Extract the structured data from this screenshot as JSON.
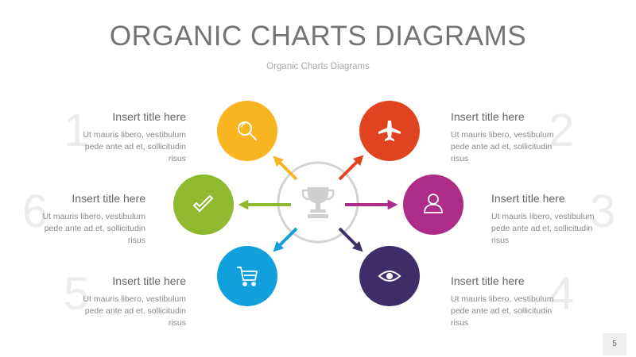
{
  "header": {
    "title": "ORGANIC CHARTS DIAGRAMS",
    "subtitle": "Organic Charts Diagrams"
  },
  "center": {
    "icon": "trophy-icon",
    "ring_color": "#d0d0d0",
    "icon_color": "#cfcfcf"
  },
  "items": [
    {
      "number": "1",
      "title": "Insert title here",
      "body": "Ut mauris libero, vestibulum pede ante ad et, sollicitudin risus",
      "icon": "search-icon",
      "color": "#f9b520"
    },
    {
      "number": "2",
      "title": "Insert title here",
      "body": "Ut mauris libero, vestibulum pede ante ad et, sollicitudin risus",
      "icon": "airplane-icon",
      "color": "#e0431f"
    },
    {
      "number": "3",
      "title": "Insert title here",
      "body": "Ut mauris libero, vestibulum pede ante ad et, sollicitudin risus",
      "icon": "user-icon",
      "color": "#ad2c88"
    },
    {
      "number": "4",
      "title": "Insert title here",
      "body": "Ut mauris libero, vestibulum pede ante ad et, sollicitudin risus",
      "icon": "eye-icon",
      "color": "#3e2d66"
    },
    {
      "number": "5",
      "title": "Insert title here",
      "body": "Ut mauris libero, vestibulum pede ante ad et, sollicitudin risus",
      "icon": "shopping-cart-icon",
      "color": "#12a0dc"
    },
    {
      "number": "6",
      "title": "Insert title here",
      "body": "Ut mauris libero, vestibulum pede ante ad et, sollicitudin risus",
      "icon": "checkmark-icon",
      "color": "#8fb92f"
    }
  ],
  "footer": {
    "page_number": "5"
  }
}
